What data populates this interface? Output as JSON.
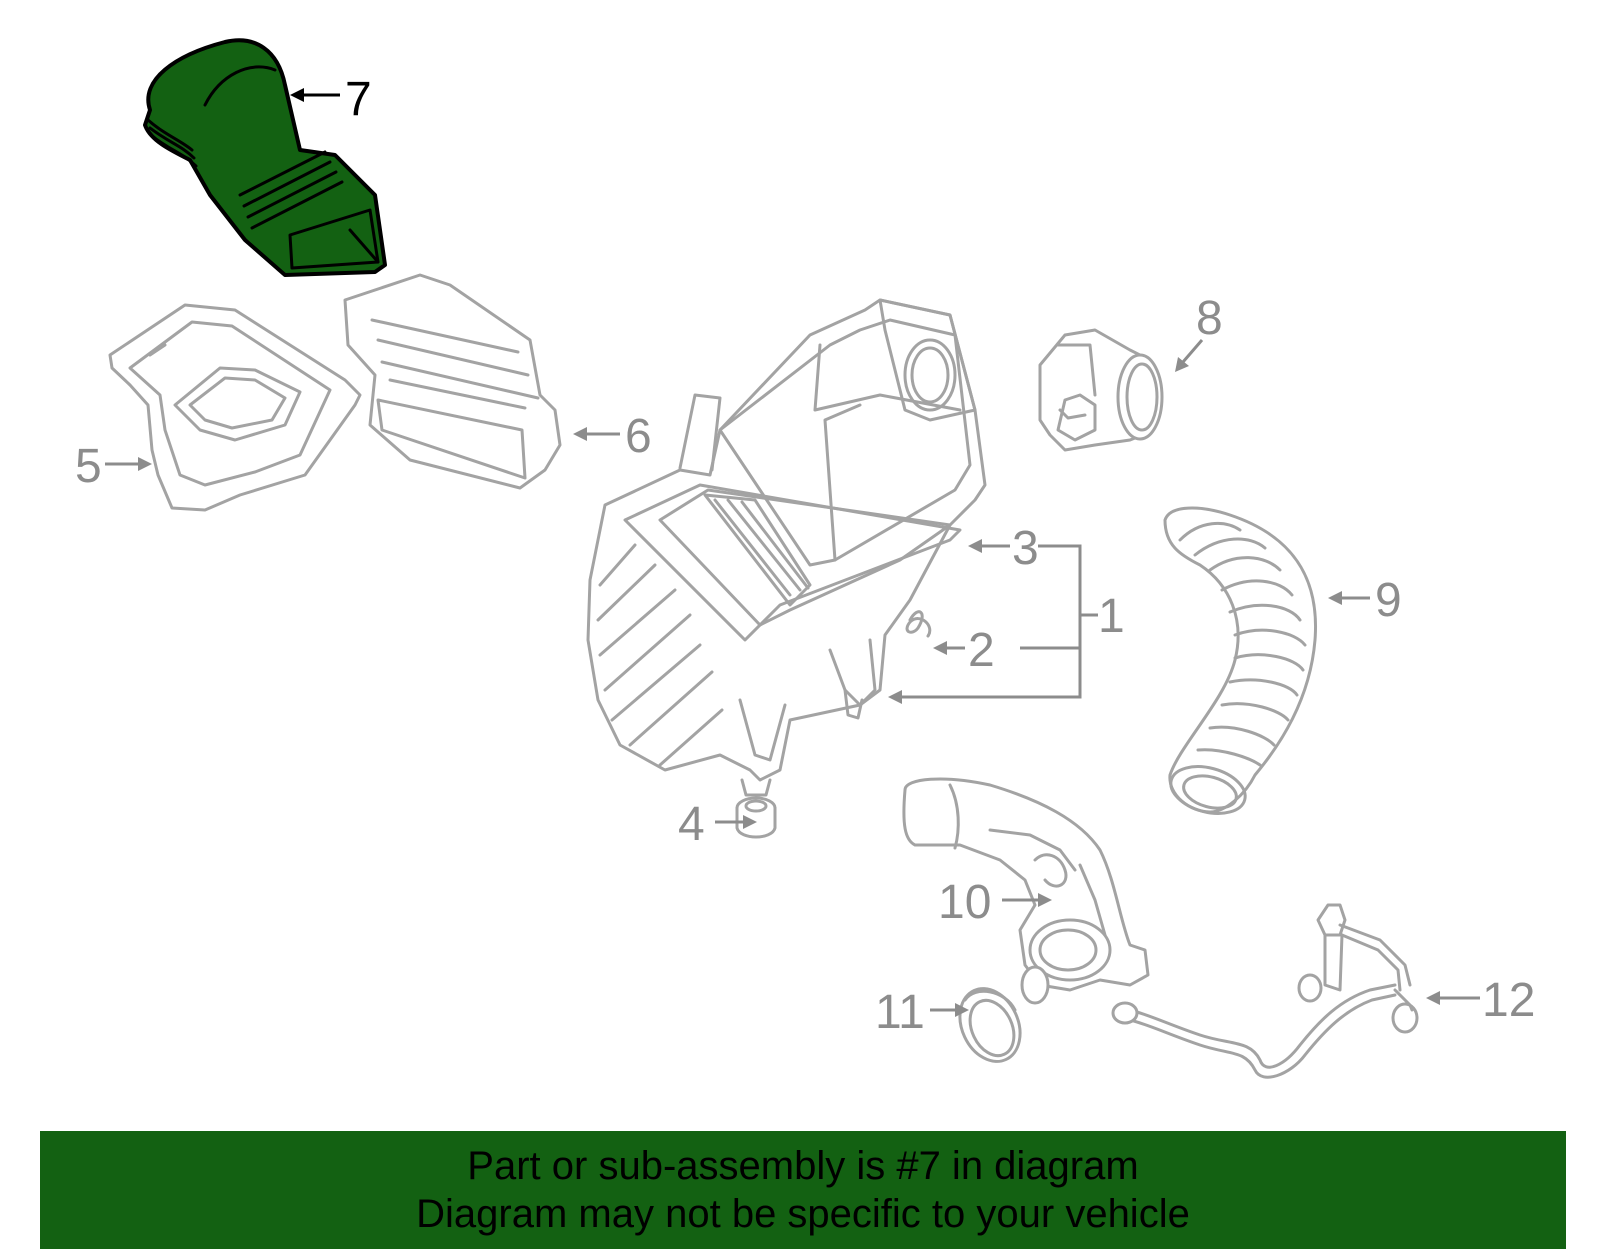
{
  "diagram": {
    "highlight_color": "#136112",
    "part_line_color": "#a3a3a3",
    "callouts": {
      "c1": "1",
      "c2": "2",
      "c3": "3",
      "c4": "4",
      "c5": "5",
      "c6": "6",
      "c7": "7",
      "c8": "8",
      "c9": "9",
      "c10": "10",
      "c11": "11",
      "c12": "12"
    },
    "highlighted_part": "7"
  },
  "banner": {
    "line1": "Part or sub-assembly is #7 in diagram",
    "line2": "Diagram may not be specific to your vehicle"
  }
}
